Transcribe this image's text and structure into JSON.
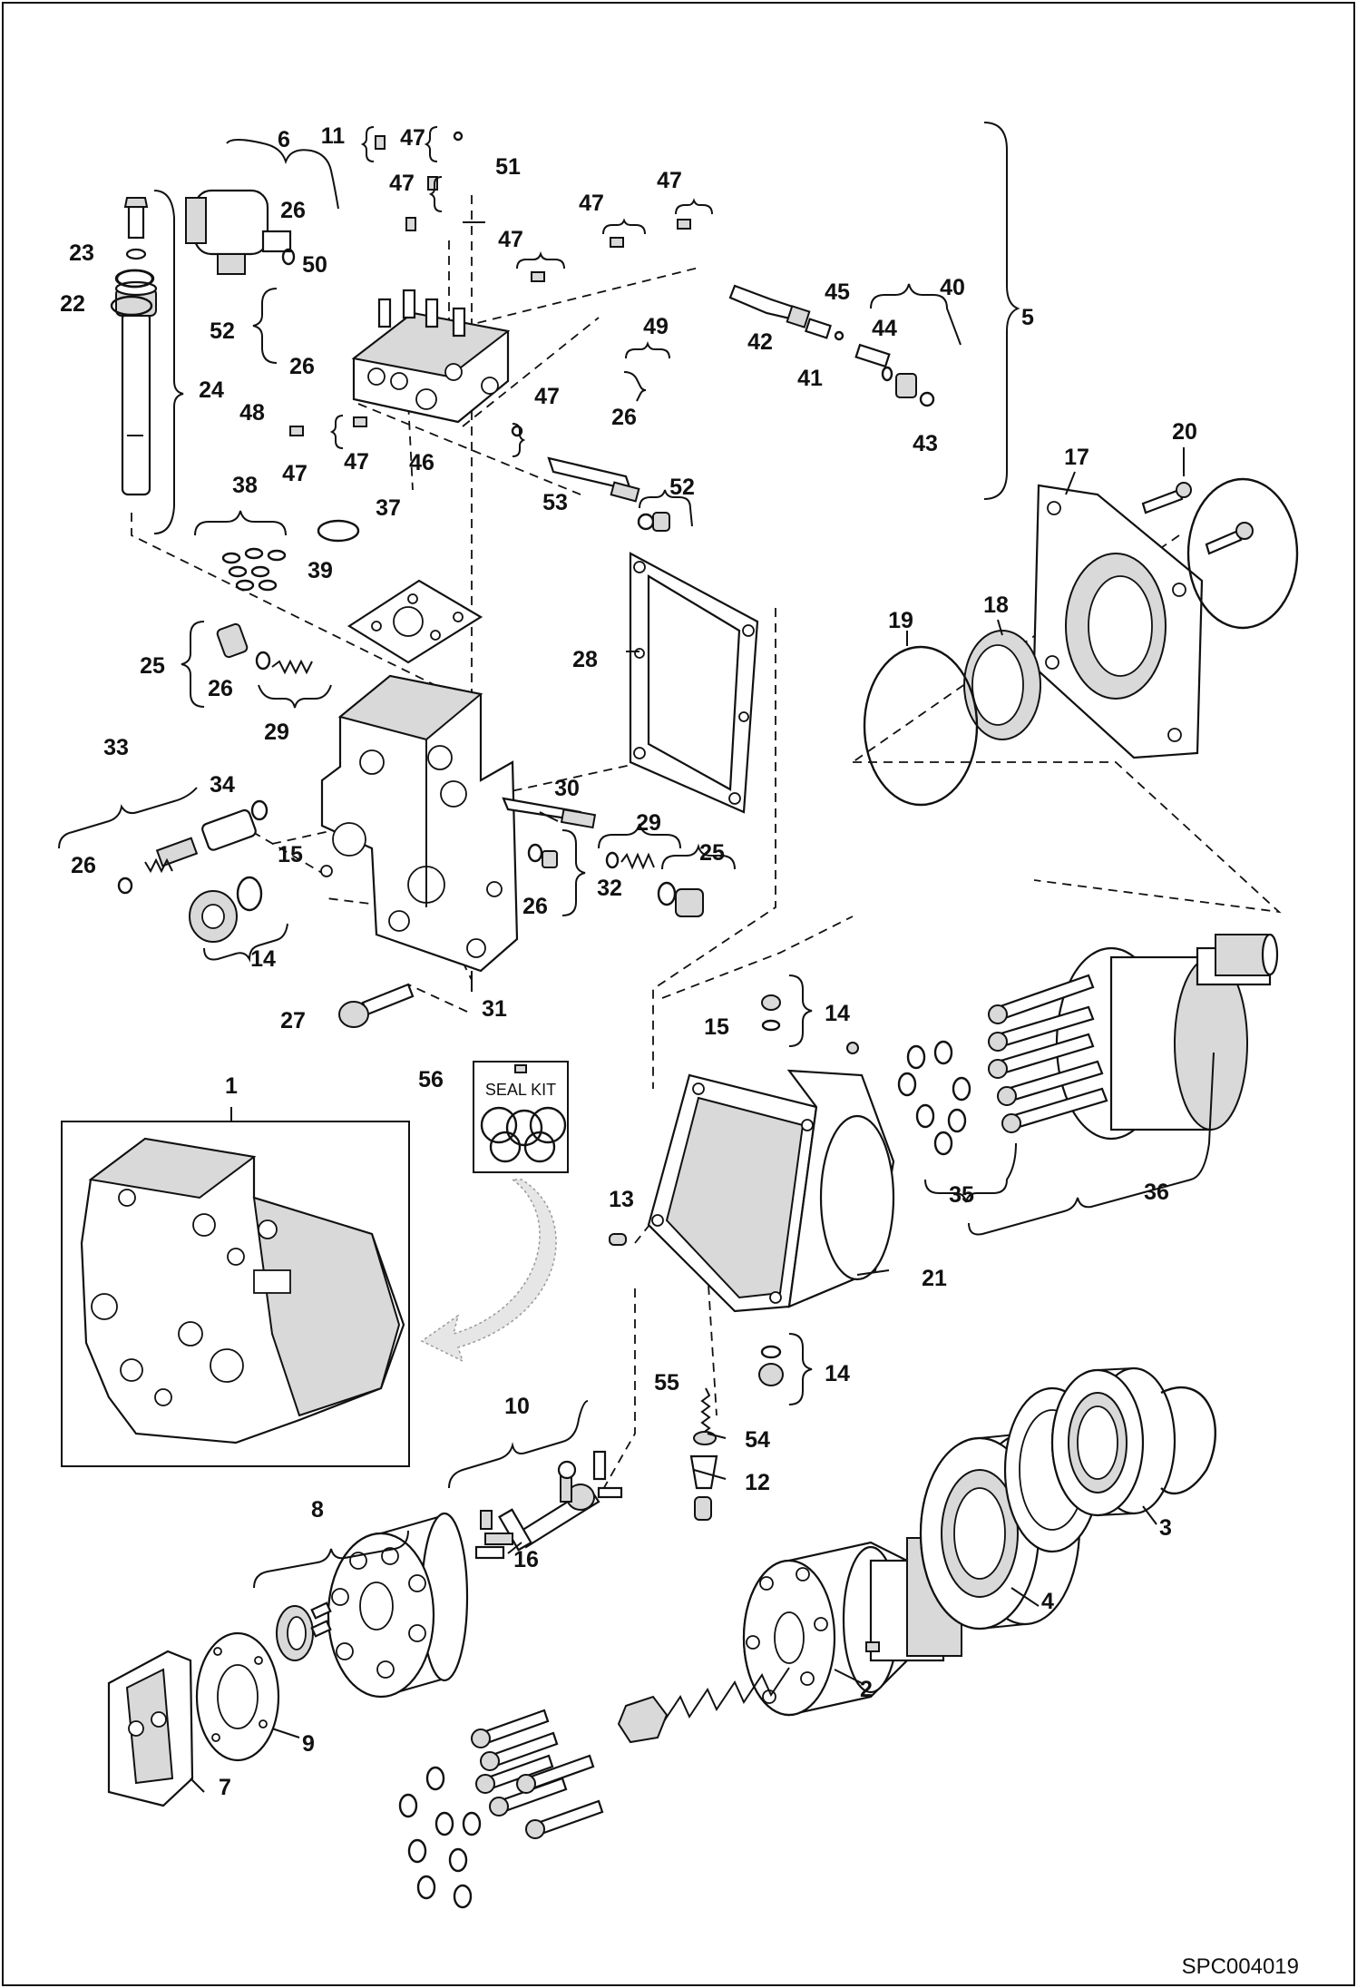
{
  "diagram": {
    "document_id": "SPC004019",
    "seal_kit_label": "SEAL KIT",
    "callouts": [
      "1",
      "2",
      "3",
      "4",
      "5",
      "6",
      "7",
      "8",
      "9",
      "10",
      "11",
      "12",
      "13",
      "14",
      "15",
      "16",
      "17",
      "18",
      "19",
      "20",
      "21",
      "22",
      "23",
      "24",
      "25",
      "26",
      "27",
      "28",
      "29",
      "30",
      "31",
      "32",
      "33",
      "34",
      "35",
      "36",
      "37",
      "38",
      "39",
      "40",
      "41",
      "42",
      "43",
      "44",
      "45",
      "46",
      "47",
      "48",
      "49",
      "50",
      "51",
      "52",
      "53",
      "54",
      "55",
      "56"
    ]
  }
}
